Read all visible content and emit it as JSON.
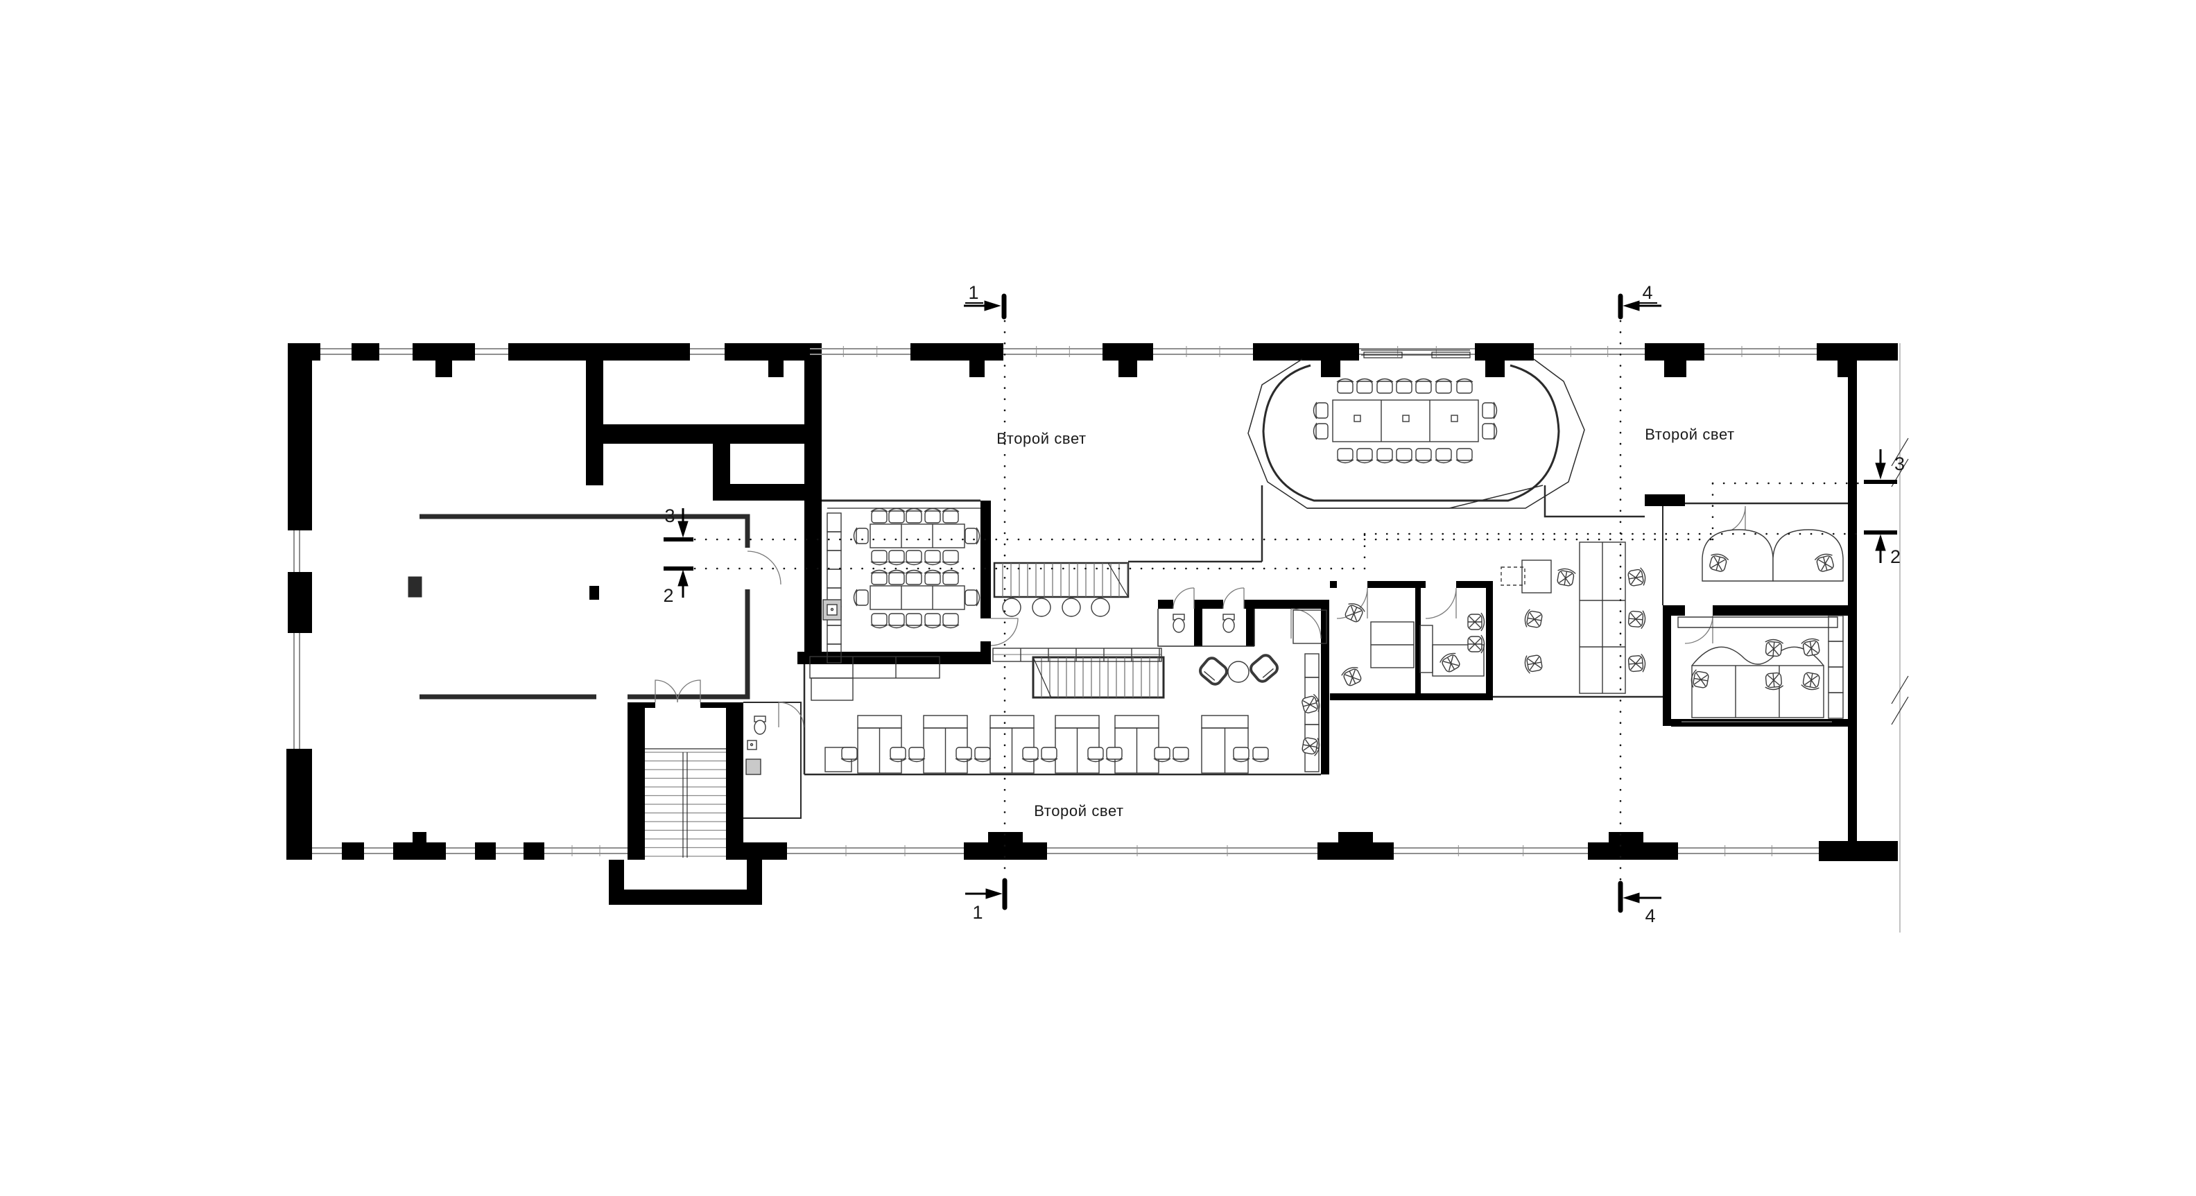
{
  "labels": {
    "void_top": "Второй свет",
    "void_right": "Второй свет",
    "void_bottom": "Второй свет"
  },
  "sections": {
    "s1": "1",
    "s2": "2",
    "s3": "3",
    "s4": "4"
  },
  "colors": {
    "wall": "#000000",
    "thin": "#2b2b2b",
    "furn": "#3a3a3a",
    "window": "#8f8f8f",
    "dotted": "#111111",
    "sink": "#c9c9c9",
    "background": "#ffffff"
  }
}
